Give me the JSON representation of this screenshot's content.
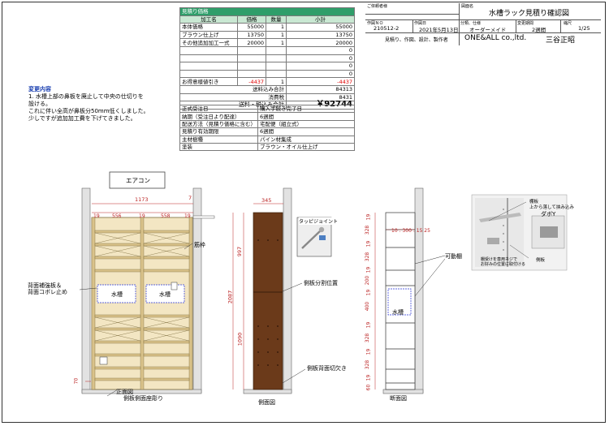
{
  "estimate": {
    "title": "見積り価格",
    "headers": [
      "加工名",
      "価格",
      "数量",
      "小計"
    ],
    "rows": [
      {
        "name": "本体価格",
        "price": "55000",
        "qty": "1",
        "subtotal": "55000"
      },
      {
        "name": "ブラウン仕上げ",
        "price": "13750",
        "qty": "1",
        "subtotal": "13750"
      },
      {
        "name": "その他追加加工一式",
        "price": "20000",
        "qty": "1",
        "subtotal": "20000"
      },
      {
        "name": "",
        "price": "",
        "qty": "",
        "subtotal": "0"
      },
      {
        "name": "",
        "price": "",
        "qty": "",
        "subtotal": "0"
      },
      {
        "name": "",
        "price": "",
        "qty": "",
        "subtotal": "0"
      },
      {
        "name": "",
        "price": "",
        "qty": "",
        "subtotal": "0"
      },
      {
        "name": "お得意様値引き",
        "price": "-4437",
        "qty": "1",
        "subtotal": "-4437"
      }
    ],
    "shipping_excl_label": "送料込み合計",
    "shipping_excl_value": "84313",
    "tax_label": "消費税",
    "tax_value": "8431",
    "total_label": "送料・税込み合計",
    "total_value": "￥92744"
  },
  "conditions": [
    {
      "label": "正式受注日",
      "value": "購入手続き完了日"
    },
    {
      "label": "納期（受注日より配達）",
      "value": "6週間"
    },
    {
      "label": "配送方法（見積り価格に含む）",
      "value": "宅配便（組立式）"
    },
    {
      "label": "見積り有効期限",
      "value": "6週間"
    },
    {
      "label": "主材樹種",
      "value": "パイン材集成"
    },
    {
      "label": "塗装",
      "value": "ブラウン・オイル仕上げ"
    }
  ],
  "notes": {
    "title": "変更内容",
    "lines": [
      "1. 水槽上部の鼻板を廃止して中央の仕切りを",
      "設ける。",
      "これに伴い全高が鼻板分50mm低くしました。",
      "少しですが追加加工費を下げてきました。"
    ]
  },
  "title_block": {
    "customer_label": "ご依頼者様",
    "drawing_name_label": "図面名",
    "drawing_name": "水槽ラック見積り確認図",
    "drawing_no_label": "作図ＮＯ",
    "drawing_no": "210512-2",
    "date_label": "作図日",
    "date": "2021年5月13日",
    "category_label": "分類、仕様",
    "category": "オーダーメイド",
    "period_label": "変更期間",
    "period": "2週間",
    "scale_label": "縮尺",
    "scale": "1/25",
    "maker_label": "見積り、作図、設計、製作者",
    "maker": "ONE&ALL co.,ltd.",
    "person": "三谷正昭"
  },
  "front_view": {
    "caption": "正面図",
    "aircon": "エアコン",
    "width": "1173",
    "gap": "7",
    "seg_a": "19",
    "seg_b": "556",
    "seg_c": "19",
    "seg_d": "558",
    "seg_e": "19",
    "tank_left": "水槽",
    "tank_right": "水槽",
    "label_back": "背面補強板＆",
    "label_back2": "背面コボレ止め",
    "label_post": "筋枠",
    "label_foot": "側板側面座彫り",
    "base": "70"
  },
  "side_view": {
    "caption": "側面図",
    "depth": "345",
    "h_total": "2087",
    "h_upper": "997",
    "h_lower": "1090",
    "joint_label": "タッピジョイント",
    "split_label": "側板分割位置",
    "notch_label": "側板背面切欠き"
  },
  "section_view": {
    "caption": "断面図",
    "dims_left": [
      "19",
      "328",
      "19",
      "328",
      "19",
      "200",
      "19",
      "400",
      "19",
      "328",
      "19",
      "328",
      "19",
      "60"
    ],
    "top_dims": "10 : 300 : 15 25",
    "shelf_label": "可動棚",
    "tank": "水槽"
  },
  "detail_view": {
    "label_shelf": "棚板",
    "label_shelf2": "上から落して挟み込み",
    "label_dowel": "ダボY",
    "label_side": "側板",
    "label_note1": "棚受けを専用ネジで",
    "label_note2": "お好みの位置に取付ける"
  }
}
